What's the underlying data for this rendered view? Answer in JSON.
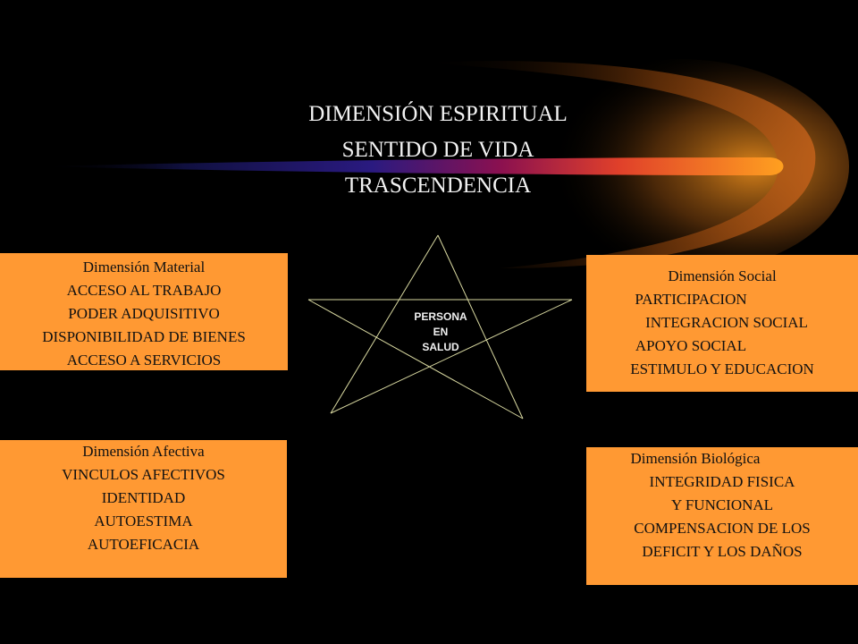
{
  "colors": {
    "background": "#000000",
    "box_fill": "#ff9933",
    "comet_head": "#ff9a1f",
    "comet_tail": "#1a1a80",
    "star_line": "#d8d8a0"
  },
  "title": {
    "line1": "DIMENSIÓN ESPIRITUAL",
    "line2": "SENTIDO DE VIDA",
    "line3": "TRASCENDENCIA"
  },
  "center": {
    "line1": "PERSONA",
    "line2": "EN",
    "line3": "SALUD"
  },
  "boxes": {
    "material": {
      "heading": "Dimensión Material",
      "items": [
        "ACCESO AL TRABAJO",
        "PODER ADQUISITIVO",
        "DISPONIBILIDAD  DE BIENES",
        "ACCESO A SERVICIOS"
      ]
    },
    "social": {
      "heading": "Dimensión Social",
      "items": [
        "PARTICIPACION",
        "INTEGRACION SOCIAL",
        "APOYO SOCIAL",
        "ESTIMULO Y EDUCACION"
      ]
    },
    "afectiva": {
      "heading": "Dimensión  Afectiva",
      "items": [
        "VINCULOS AFECTIVOS",
        "IDENTIDAD",
        "AUTOESTIMA",
        "AUTOEFICACIA"
      ]
    },
    "biologica": {
      "heading": "Dimensión  Biológica",
      "items": [
        "INTEGRIDAD FISICA",
        "Y  FUNCIONAL",
        "COMPENSACION DE LOS",
        "DEFICIT Y LOS DAÑOS"
      ]
    }
  }
}
